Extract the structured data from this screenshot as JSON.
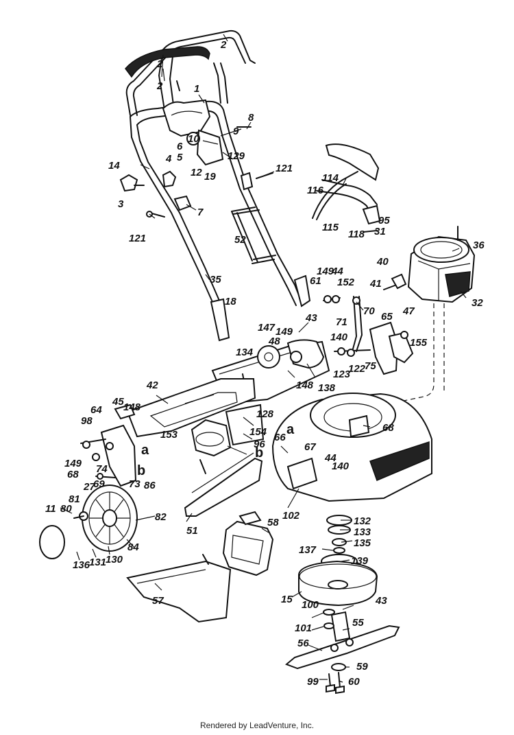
{
  "footer": "Rendered by LeadVenture, Inc.",
  "callouts": [
    "2",
    "2",
    "2",
    "1",
    "8",
    "9",
    "10",
    "6",
    "5",
    "12",
    "19",
    "129",
    "14",
    "4",
    "3",
    "121",
    "7",
    "121",
    "52",
    "35",
    "18",
    "116",
    "114",
    "115",
    "95",
    "31",
    "118",
    "36",
    "40",
    "41",
    "32",
    "149",
    "44",
    "61",
    "152",
    "70",
    "71",
    "65",
    "47",
    "155",
    "43",
    "147",
    "149",
    "48",
    "140",
    "134",
    "138",
    "148",
    "123",
    "122",
    "75",
    "42",
    "45",
    "148",
    "153",
    "128",
    "154",
    "98",
    "64",
    "149",
    "a",
    "b",
    "68",
    "74",
    "69",
    "73",
    "86",
    "66",
    "a",
    "67",
    "b",
    "96",
    "68",
    "44",
    "140",
    "81",
    "27",
    "80",
    "11",
    "82",
    "136",
    "131",
    "130",
    "84",
    "51",
    "58",
    "102",
    "132",
    "133",
    "135",
    "137",
    "139",
    "57",
    "15",
    "100",
    "43",
    "101",
    "55",
    "56",
    "59",
    "99",
    "60"
  ]
}
